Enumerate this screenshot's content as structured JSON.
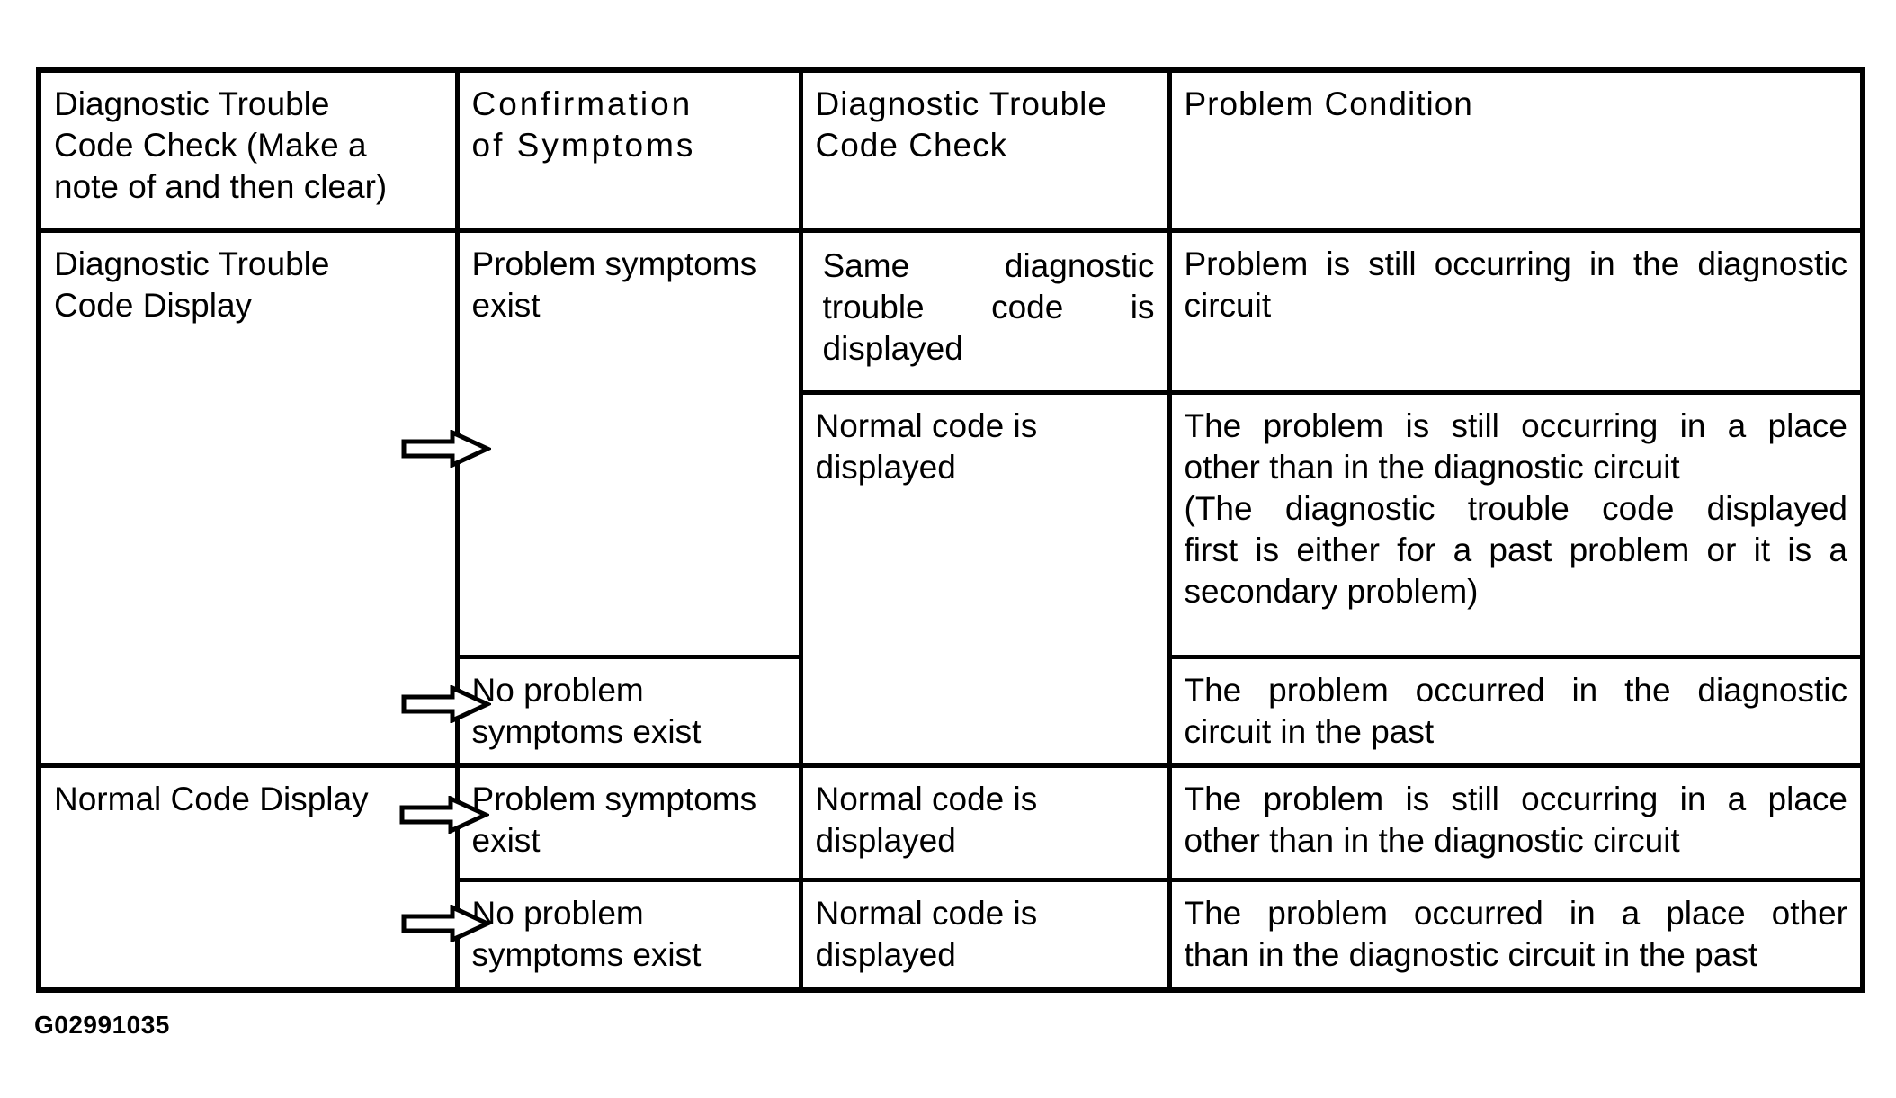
{
  "figure": {
    "id": "G02991035"
  },
  "icons": {
    "flow_arrow": "right-arrow"
  },
  "table": {
    "header": {
      "dtc_check_note": "Diagnostic Trouble\nCode Check (Make a\nnote of and then clear)",
      "confirmation": "Confirmation\nof Symptoms",
      "dtc_check": "Diagnostic Trouble\nCode Check",
      "problem_condition": "Problem Condition"
    },
    "body": {
      "dtc_display": {
        "label": "Diagnostic Trouble\nCode Display",
        "symptoms_exist": "Problem symptoms\nexist",
        "same_code": "Same diagnostic\ntrouble code is\ndisplayed",
        "same_code_condition": "Problem is still occurring in the diagnostic\ncircuit",
        "normal_code": "Normal code is\ndisplayed",
        "normal_code_condition": "The problem is still occurring in a place\nother than in the diagnostic circuit",
        "normal_code_condition_note": "(The diagnostic trouble code displayed\nfirst is either for a past problem or it is a\nsecondary problem)",
        "no_symptoms": "No problem\nsymptoms exist",
        "no_symptoms_condition": "The problem occurred in the diagnostic\ncircuit in the past"
      },
      "normal_display": {
        "label": "Normal Code Display",
        "symptoms_exist": "Problem symptoms\nexist",
        "symptoms_code": "Normal code is\ndisplayed",
        "symptoms_condition": "The problem is still occurring in a place\nother than in the diagnostic circuit",
        "no_symptoms": "No problem\nsymptoms exist",
        "no_symptoms_code": "Normal code is\ndisplayed",
        "no_symptoms_condition": "The problem occurred in a place other\nthan in the diagnostic circuit in the past"
      }
    }
  }
}
